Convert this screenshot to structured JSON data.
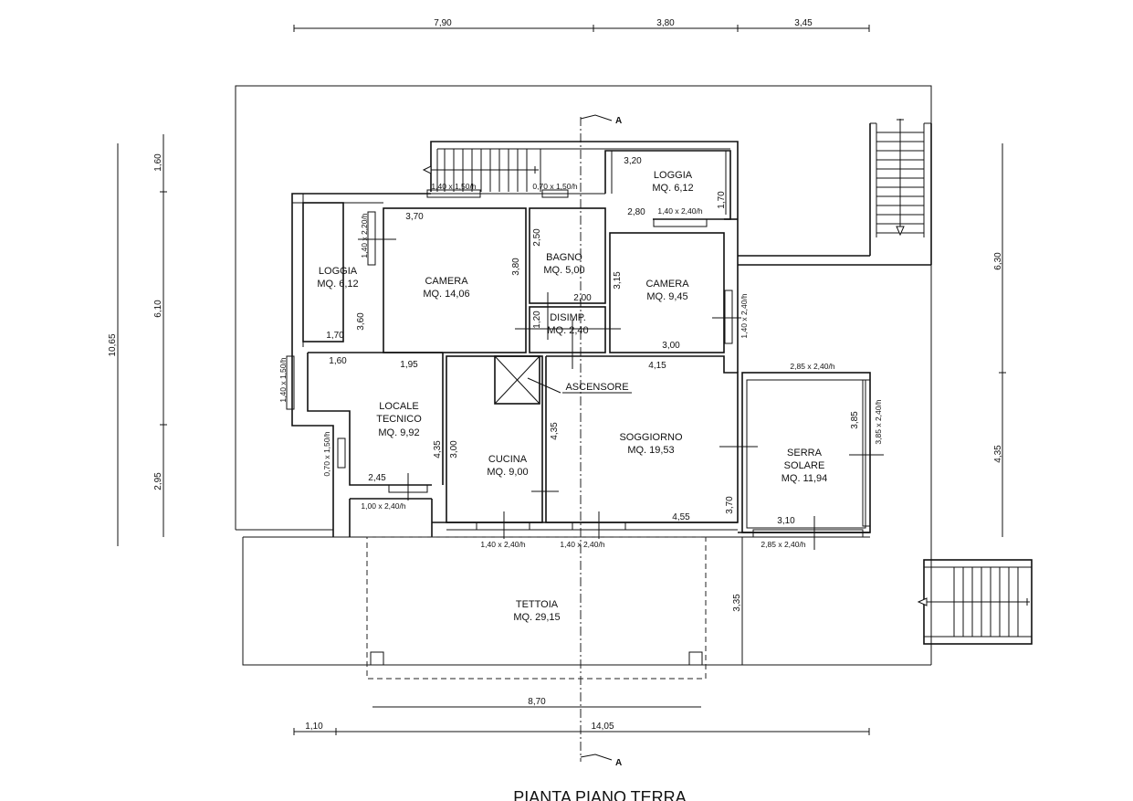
{
  "title": "PIANTA PIANO TERRA",
  "section_marker": "A",
  "rooms": {
    "loggia_top": {
      "name": "LOGGIA",
      "area": "MQ. 6,12"
    },
    "loggia_left": {
      "name": "LOGGIA",
      "area": "MQ. 6,12"
    },
    "camera_main": {
      "name": "CAMERA",
      "area": "MQ. 14,06"
    },
    "bagno": {
      "name": "BAGNO",
      "area": "MQ. 5,00"
    },
    "camera_small": {
      "name": "CAMERA",
      "area": "MQ. 9,45"
    },
    "disimp": {
      "name": "DISIMP.",
      "area": "MQ. 2,40"
    },
    "locale_tecnico": {
      "name1": "LOCALE",
      "name2": "TECNICO",
      "area": "MQ. 9,92"
    },
    "cucina": {
      "name": "CUCINA",
      "area": "MQ. 9,00"
    },
    "soggiorno": {
      "name": "SOGGIORNO",
      "area": "MQ. 19,53"
    },
    "serra": {
      "name1": "SERRA",
      "name2": "SOLARE",
      "area": "MQ. 11,94"
    },
    "tettoia": {
      "name": "TETTOIA",
      "area": "MQ. 29,15"
    },
    "ascensore": "ASCENSORE"
  },
  "outer_dims": {
    "top": [
      "7,90",
      "3,80",
      "3,45"
    ],
    "left_total": "10,65",
    "left_parts": [
      "1,60",
      "6,10",
      "2,95"
    ],
    "right": [
      "6,30",
      "4,35"
    ],
    "bottom_tettoia": "8,70",
    "bottom_a": "1,10",
    "bottom_b": "14,05",
    "tettoia_depth": "3,35"
  },
  "inner_dims": {
    "d_320": "3,20",
    "d_170a": "1,70",
    "d_280": "2,80",
    "d_370": "3,70",
    "d_380": "3,80",
    "d_250": "2,50",
    "d_315": "3,15",
    "d_200": "2,00",
    "d_120": "1,20",
    "d_360": "3,60",
    "d_170b": "1,70",
    "d_300a": "3,00",
    "d_160": "1,60",
    "d_195": "1,95",
    "d_415": "4,15",
    "d_435a": "4,35",
    "d_300b": "3,00",
    "d_435b": "4,35",
    "d_245": "2,45",
    "d_455": "4,55",
    "d_370b": "3,70",
    "d_385": "3,85",
    "d_310": "3,10"
  },
  "windows": {
    "w1": "1,40 x 1,50/h",
    "w2": "0,70 x 1,50/h",
    "w3": "1,40 x 2,40/h",
    "w4": "1,40 x 2,20/h",
    "w5": "1,40 x 2,40/h",
    "w6": "1,40 x 1,50/h",
    "w7": "0,70 x 1,50/h",
    "w8": "1,00 x 2,40/h",
    "w9": "1,40 x 2,40/h",
    "w10": "1,40 x 2,40/h",
    "w11": "2,85 x 2,40/h",
    "w12": "3,85 x 2,40/h",
    "w13": "2,85 x 2,40/h"
  }
}
